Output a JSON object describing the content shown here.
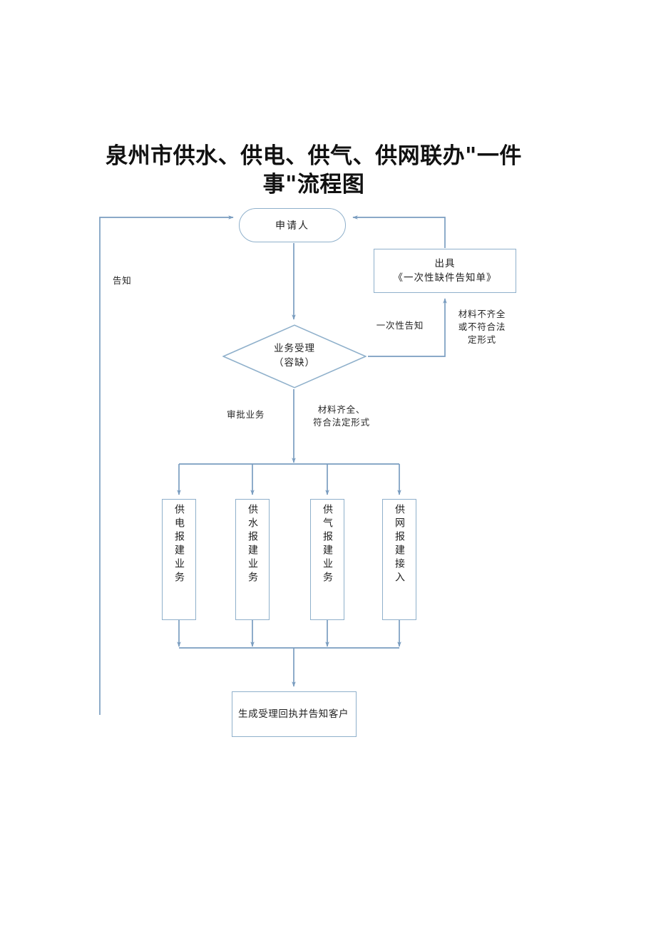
{
  "title": "泉州市供水、供电、供气、供网联办\"一件事\"流程图",
  "colors": {
    "line": "#7a9dc0",
    "box_border": "#8fb0cb",
    "text": "#1f1f1f",
    "background": "#ffffff"
  },
  "nodes": {
    "applicant": {
      "label": "申请人",
      "shape": "stadium"
    },
    "notice": {
      "line1": "出具",
      "line2": "《一次性缺件告知单》",
      "shape": "rectangle"
    },
    "decision": {
      "line1": "业务受理",
      "line2": "（容缺）",
      "shape": "diamond"
    },
    "services": [
      {
        "id": "power",
        "label": "供电报建业务"
      },
      {
        "id": "water",
        "label": "供水报建业务"
      },
      {
        "id": "gas",
        "label": "供气报建业务"
      },
      {
        "id": "net",
        "label": "供网报建接入"
      }
    ],
    "receipt": {
      "label": "生成受理回执并告知客户",
      "shape": "rectangle"
    }
  },
  "edge_labels": {
    "inform": "告知",
    "one_time_notice": "一次性告知",
    "incomplete": "材料不齐全\n或不符合法\n定形式",
    "approval": "审批业务",
    "complete": "材料齐全、\n符合法定形式"
  }
}
